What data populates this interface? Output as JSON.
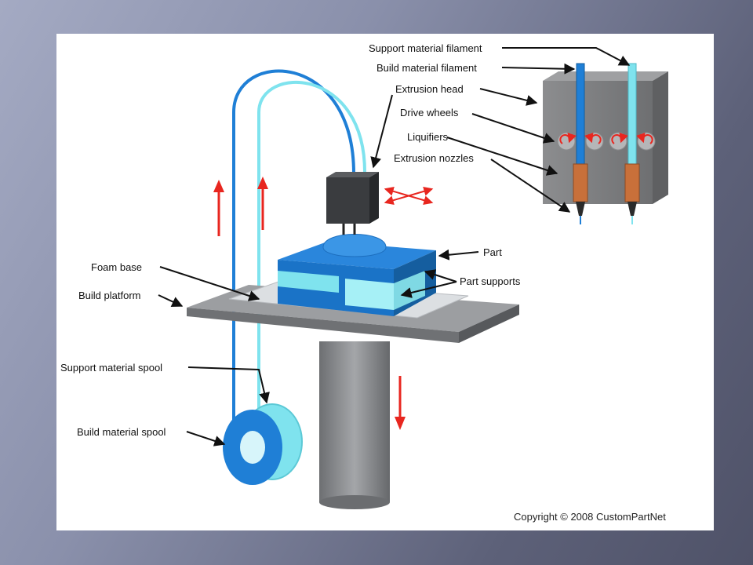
{
  "labels": {
    "support_material_filament": "Support material filament",
    "build_material_filament": "Build material filament",
    "extrusion_head": "Extrusion head",
    "drive_wheels": "Drive wheels",
    "liquifiers": "Liquifiers",
    "extrusion_nozzles": "Extrusion nozzles",
    "part": "Part",
    "part_supports": "Part supports",
    "foam_base": "Foam base",
    "build_platform": "Build platform",
    "support_material_spool": "Support material spool",
    "build_material_spool": "Build material spool"
  },
  "copyright": "Copyright © 2008 CustomPartNet",
  "colors": {
    "build_material": "#1f7fd6",
    "support_material": "#7fe3ee",
    "motion_arrow": "#e8261f",
    "platform": "#8a8c8f",
    "head": "#3a3c3f",
    "panel": "#7d7e80",
    "liquifier": "#c8703a"
  },
  "icons": {
    "motion": "motion-arrow-icon",
    "xy_motion": "xy-cross-arrow-icon"
  }
}
